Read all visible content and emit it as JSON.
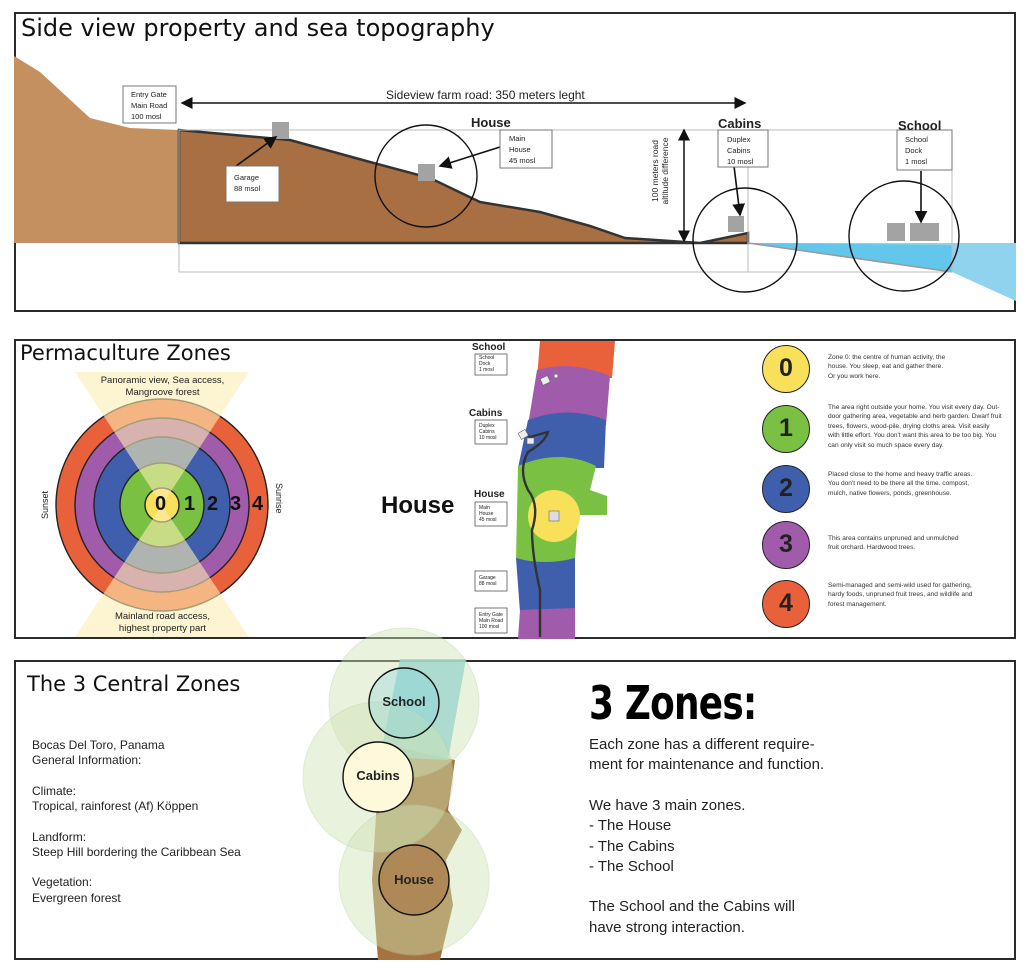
{
  "side_view": {
    "title": "Side view property and sea topography",
    "road_label": "Sideview farm road: 350 meters leght",
    "altitude_label_1": "100 meters road",
    "altitude_label_2": "altitude difference",
    "entry_gate": [
      "Entry Gate",
      "Main Road",
      "100 mosl"
    ],
    "garage": [
      "Garage",
      "88 msol"
    ],
    "house_heading": "House",
    "house_box": [
      "Main",
      "House",
      "45 mosl"
    ],
    "cabins_heading": "Cabins",
    "cabins_box": [
      "Duplex",
      "Cabins",
      "10 mosl"
    ],
    "school_heading": "School",
    "school_box": [
      "School",
      "Dock",
      "1 mosl"
    ]
  },
  "permaculture": {
    "title": "Permaculture Zones",
    "top_label": [
      "Panoramic view, Sea access,",
      "Mangroove forest"
    ],
    "bottom_label": [
      "Mainland road access,",
      "highest property part"
    ],
    "left_label": "Sunset",
    "right_label": "Sunrise",
    "ring_numbers": [
      "0",
      "1",
      "2",
      "3",
      "4"
    ],
    "map_house_big": "House",
    "map_school_heading": "School",
    "map_school_box": [
      "School",
      "Dock",
      "1 mosl"
    ],
    "map_cabins_heading": "Cabins",
    "map_cabins_box": [
      "Duplex",
      "Cabins",
      "10 mosl"
    ],
    "map_house_heading": "House",
    "map_house_box": [
      "Main",
      "House",
      "45 mosl"
    ],
    "map_garage_box": [
      "Garage",
      "88 mosl"
    ],
    "map_entry_box": [
      "Entry Gate",
      "Main Road",
      "100 mosl"
    ],
    "legend": [
      {
        "number": "0",
        "color": "#f8e05b",
        "lines": [
          "Zone 0: the centre of human activity, the",
          "house. You sleep, eat and gather there.",
          "Or you work here."
        ]
      },
      {
        "number": "1",
        "color": "#7ac143",
        "lines": [
          "The area right outside your home. You visit every day. Out-",
          "door gathering area, vegetable and herb garden. Dwarf fruit",
          "trees, flowers, wood-pile, drying cloths area. Visit easily",
          "with little effort. You don't want this area to be too big. You",
          "can only visit so much space every day."
        ]
      },
      {
        "number": "2",
        "color": "#3f5fad",
        "lines": [
          "Placed close to the home and heavy traffic areas.",
          "You don't need to be there all the time. compost,",
          "mulch, native flowers, ponds, greenhouse."
        ]
      },
      {
        "number": "3",
        "color": "#a05bab",
        "lines": [
          "This area contains unpruned and unmulched",
          "fruit orchard. Hardwood trees."
        ]
      },
      {
        "number": "4",
        "color": "#e8613a",
        "lines": [
          "Semi-managed and semi-wild used for gathering,",
          "hardy foods, unpruned fruit trees, and wildlife and",
          "forest management."
        ]
      }
    ]
  },
  "central": {
    "title": "The 3 Central Zones",
    "info_lines": [
      "Bocas Del Toro, Panama",
      "General Information:",
      "",
      "Climate:",
      "Tropical, rainforest (Af) Köppen",
      "",
      "Landform:",
      "Steep Hill bordering the Caribbean Sea",
      "",
      "Vegetation:",
      "Evergreen forest"
    ],
    "circle_school": "School",
    "circle_cabins": "Cabins",
    "circle_house": "House",
    "zones_title": "3 Zones:",
    "zones_lines": [
      "Each zone has a different require-",
      "ment for maintenance and function.",
      "",
      "We have 3 main zones.",
      "- The House",
      "- The Cabins",
      "- The School",
      "",
      "The School and the Cabins will",
      "have strong interaction."
    ]
  }
}
